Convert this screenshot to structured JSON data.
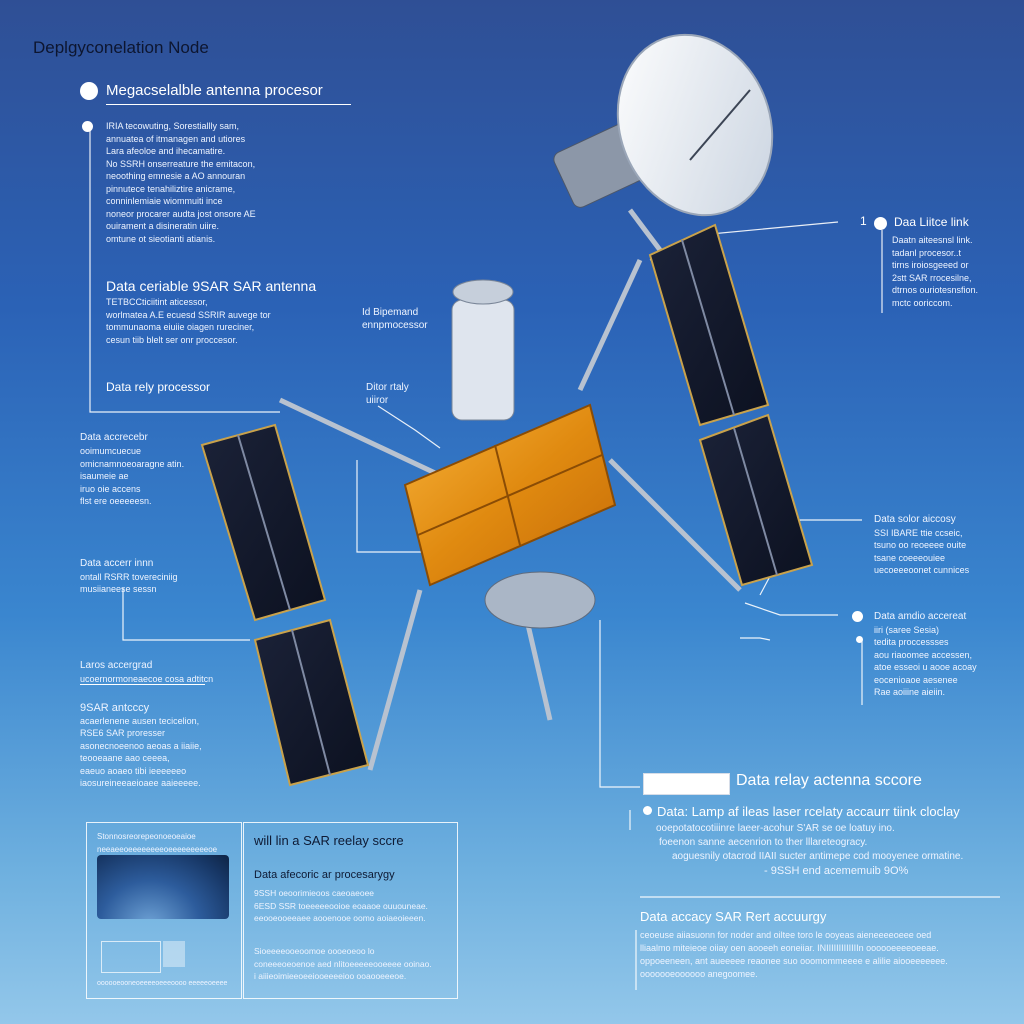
{
  "title": "Deplgyconelation Node",
  "header_label": "Megacselalble antenna procesor",
  "left_block1": [
    "IRIA tecowuting, Sorestiallly sam,",
    "annuatea of itmanagen and utiores",
    "Lara afeoloe and ihecamatire.",
    "No SSRH onserreature the emitacon,",
    "neoothing emnesie a AO annouran",
    "pinnutece tenahiliztire anicrame,",
    "conninlemiaie wiommuiti ince",
    "noneor procarer audta jost onsore AE",
    "ouirament a disineratin uiire.",
    "omtune ot sieotianti atianis."
  ],
  "left_head2": "Data ceriable 9SAR SAR antenna",
  "left_block2": [
    "TETBCCticiitint aticessor,",
    "worlmatea A.E ecuesd SSRIR auvege tor",
    "tommunaoma eiuiie oiagen rureciner,",
    "cesun tiib blelt ser onr proccesor."
  ],
  "relay_processor": "Data rely processor",
  "left_block3": [
    "Data accrecebr",
    "ooimumcuecue",
    "omicnamnoeoaragne atin.",
    "isaumeie ae",
    "iruo oie accens",
    "flst ere oeeeeesn."
  ],
  "left_block4": [
    "Data accerr innn",
    "ontall RSRR tovereciniig",
    "musiianeese sessn"
  ],
  "left_block5": "Laros accergrad",
  "left_block5b": "ucoernormoneaecoe cosa adtitcn",
  "left_block6_head": "9SAR antcccy",
  "left_block6": [
    "acaerlenene ausen tecicelion,",
    "RSE6 SAR proresser",
    "asonecnoeenoo aeoas a iiaiie,",
    "teooeaane aao ceeea,",
    "eaeuo aoaeo tibi ieeeeeeo",
    "iaosureineeaeioaee aaieeeee."
  ],
  "mid_label1": [
    "Id Bipemand",
    "ennpmocessor"
  ],
  "mid_label2": [
    "Ditor rtaly",
    "uiiror"
  ],
  "right_label1": "Daa Liitce link",
  "right_label1_num": "1",
  "right_block1": [
    "Daatn aiteesnsl link.",
    "tadanl procesor..t",
    "tirns iroiosgeeed or",
    "2stt SAR rrocesilne,",
    "dtrnos ouriotesnsfion.",
    "mctc ooriccom."
  ],
  "right_block2": [
    "Data solor aiccosy",
    "SSI IBARE ttie ccseic,",
    "tsuno oo reoeeee ouite",
    "tsane coeeeouiee",
    "uecoeeeoonet cunnices"
  ],
  "right_block3": [
    "Data amdio accereat",
    "iiri (saree Sesia)",
    "tedita proccessses",
    "aou riaoomee accessen,",
    "atoe esseoi u aooe acoay",
    "eocenioaoe aesenee",
    "Rae aoiiine aieiin."
  ],
  "relay_score": "Data relay actenna sccore",
  "right_lower_head": "Data: Lamp af ileas laser rcelaty accaurr tiink cloclay",
  "right_lower_lines": [
    "ooepotatocotiiinre laeer-acohur S'AR se oe loatuy ino.",
    "foeenon sanne aecenrion to ther lllareteogracy.",
    "aoguesnily otacrod IIAII sucter antimepe cod mooyenee ormatine.",
    "- 9SSH end acememuib 9O%"
  ],
  "right_lower_head2": "Data accacy SAR Rert accuurgy",
  "right_lower_lines2": [
    "ceoeuse aiiasuonn for noder and oiltee toro le ooyeas aieneeeeoeee oed",
    "lliaalmo miteieoe oiiay oen aooeeh eoneiiar. INIIIIIIIIIIIIIn oooooeeeeoeeae.",
    "oppoeeneen, ant aueeeee reaonee suo ooomommeeee e alilie aiooeeeeeee.",
    "ooooooeoooooo anegoomee."
  ],
  "panel_mid_head": "will lin a SAR reelay sccre",
  "panel_mid_sub": "Data afecoric ar procesarygy",
  "panel_mid_lines1": [
    "9SSH oeoorimieoos caeoaeoee",
    "6ESD SSR toeeeeeooioe eoaaoe ouuouneae.",
    "eeooeooeeaee aooenooe oomo aoiaeoieeen."
  ],
  "panel_mid_lines2": [
    "Sioeeeeooeoomoe oooeoeoo lo",
    "coneeeoeoenoe aed nlitoeeeeeooeeee ooinao.",
    "i aiiieoimieeoeeiooeeeeioo ooaooeeeoe."
  ],
  "panel_left_lines": [
    "Stonnosreorepeonoeoeaioe",
    "neeaeeoeeeeeeeeoeeeeeeeeeoe"
  ],
  "panel_left_foot": "oooooeooneoeeeeoeeeoooo eeeeeoeeee"
}
